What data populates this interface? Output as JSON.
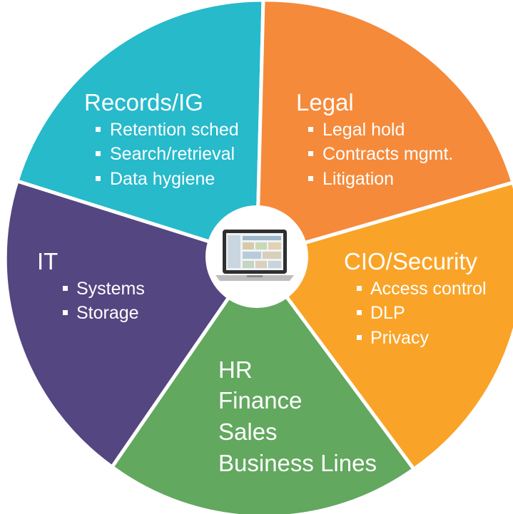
{
  "segments": [
    {
      "id": "records",
      "title": "Records/IG",
      "color": "#26BACB",
      "bullets": [
        "Retention sched",
        "Search/retrieval",
        "Data hygiene"
      ]
    },
    {
      "id": "legal",
      "title": "Legal",
      "color": "#F58A3B",
      "bullets": [
        "Legal hold",
        "Contracts mgmt.",
        "Litigation"
      ]
    },
    {
      "id": "cio",
      "title": "CIO/Security",
      "color": "#F9A428",
      "bullets": [
        "Access control",
        "DLP",
        "Privacy"
      ]
    },
    {
      "id": "business",
      "title": "",
      "color": "#62A85F",
      "lines": [
        "HR",
        "Finance",
        "Sales",
        "Business Lines"
      ]
    },
    {
      "id": "it",
      "title": "IT",
      "color": "#544681",
      "bullets": [
        "Systems",
        "Storage"
      ]
    }
  ],
  "hub": {
    "icon": "laptop-dashboard-icon"
  }
}
